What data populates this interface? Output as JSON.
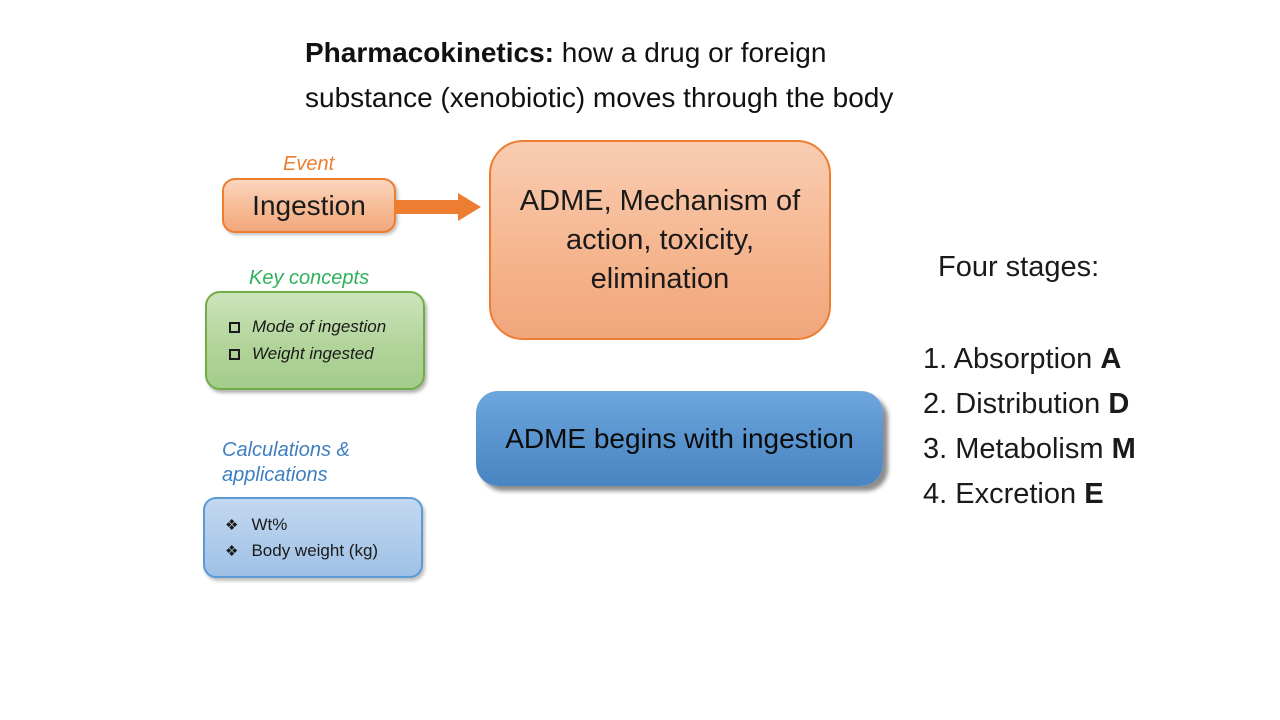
{
  "title": {
    "prefix": "Pharmacokinetics:",
    "line1_rest": "  how a drug or foreign",
    "line2": "substance (xenobiotic) moves through the body"
  },
  "event_section": {
    "label": "Event",
    "box_text": "Ingestion"
  },
  "adme_box": {
    "line1": "ADME, Mechanism of",
    "line2": "action, toxicity,",
    "line3": "elimination"
  },
  "key_concepts": {
    "label": "Key concepts",
    "items": [
      "Mode of ingestion",
      "Weight ingested"
    ]
  },
  "calculations": {
    "label_line1": "Calculations &",
    "label_line2": "applications",
    "bullet_glyph": "❖",
    "items": [
      "Wt%",
      "Body weight (kg)"
    ]
  },
  "banner": {
    "text": "ADME begins with ingestion"
  },
  "four_stages": {
    "heading": "Four stages:",
    "items": [
      {
        "number": "1. ",
        "name": "Absorption ",
        "letter": "A"
      },
      {
        "number": "2. ",
        "name": "Distribution ",
        "letter": "D"
      },
      {
        "number": "3. ",
        "name": "Metabolism ",
        "letter": "M"
      },
      {
        "number": "4. ",
        "name": "Excretion ",
        "letter": "E"
      }
    ]
  },
  "colors": {
    "orange_accent": "#ED7D31",
    "orange_fill_light": "#F9CDB2",
    "orange_fill_dark": "#F1A67C",
    "green_accent": "#70AD47",
    "green_label": "#2FB05A",
    "green_fill_light": "#CDE5BC",
    "green_fill_dark": "#A3CC8B",
    "blue_accent": "#5B9BD5",
    "blue_label": "#3F7FC1",
    "blue_fill_light": "#C3D8F0",
    "blue_fill_dark": "#9FC0E5",
    "banner_blue_top": "#6EA7DC",
    "banner_blue_bottom": "#4A85C2",
    "text": "#1a1a1a",
    "background": "#ffffff"
  }
}
